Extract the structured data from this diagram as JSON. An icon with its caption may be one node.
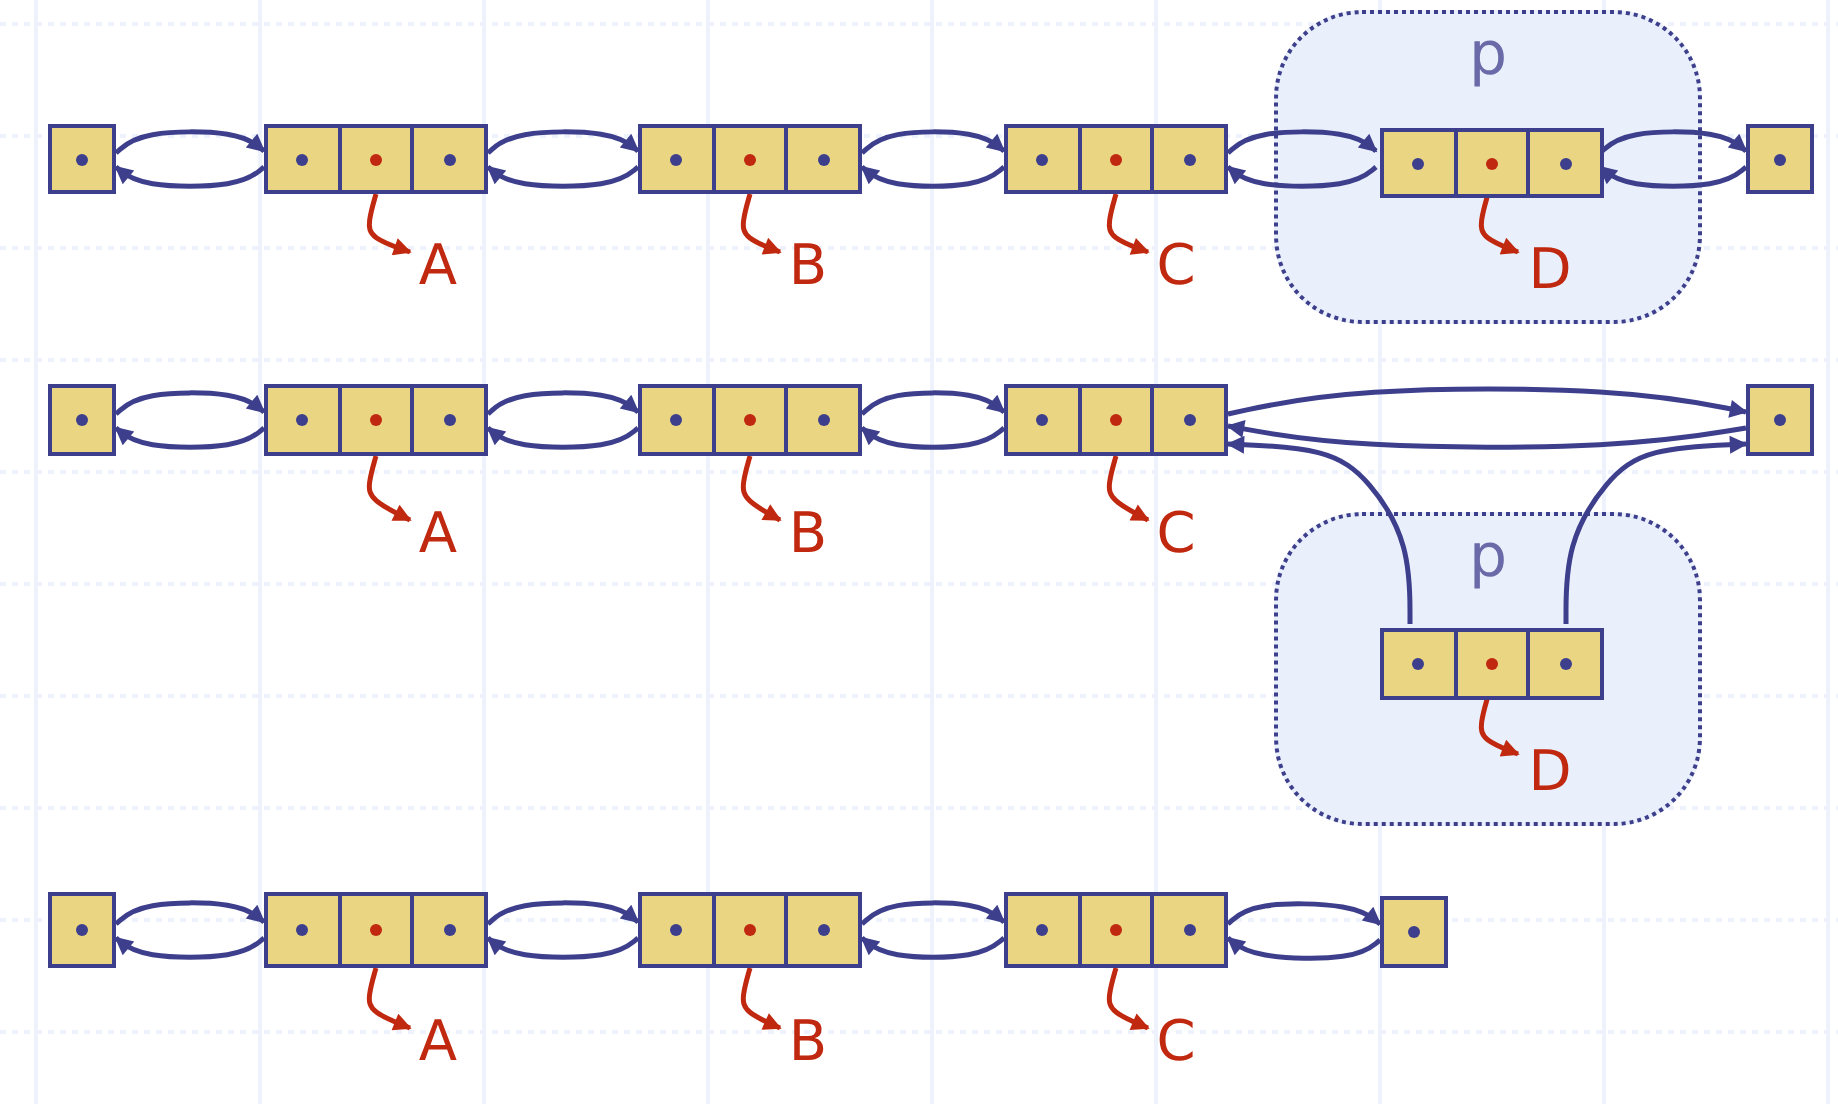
{
  "diagram": {
    "nodes": [
      {
        "text": [],
        "shape": "box"
      },
      {
        "text": [],
        "shape": "box"
      },
      {
        "text": [
          "A"
        ]
      },
      {
        "text": [],
        "shape": "box"
      },
      {
        "text": [
          "B"
        ]
      },
      {
        "text": [],
        "shape": "box"
      },
      {
        "text": [
          "C"
        ]
      },
      {
        "text": [
          "p"
        ]
      },
      {
        "text": [],
        "shape": "box",
        "in": 7
      },
      {
        "text": [
          "D"
        ],
        "in": 7
      },
      {
        "text": [],
        "shape": "box"
      },
      {
        "text": [],
        "shape": "box"
      },
      {
        "text": [],
        "shape": "box"
      },
      {
        "text": [
          "A"
        ]
      },
      {
        "text": [],
        "shape": "box"
      },
      {
        "text": [
          "B"
        ]
      },
      {
        "text": [],
        "shape": "box"
      },
      {
        "text": [
          "C"
        ]
      },
      {
        "text": [],
        "shape": "box"
      },
      {
        "text": [
          "p"
        ]
      },
      {
        "text": [],
        "shape": "box",
        "in": 19
      },
      {
        "text": [
          "D"
        ],
        "in": 19
      },
      {
        "text": [],
        "shape": "box"
      },
      {
        "text": [],
        "shape": "box"
      },
      {
        "text": [
          "A"
        ]
      },
      {
        "text": [],
        "shape": "box"
      },
      {
        "text": [
          "B"
        ]
      },
      {
        "text": [],
        "shape": "box"
      },
      {
        "text": [
          "C"
        ]
      },
      {
        "text": [],
        "shape": "box"
      }
    ],
    "edges": [
      {
        "from": 0,
        "to": 1,
        "arrow": "to"
      },
      {
        "from": 1,
        "to": 0,
        "arrow": "to"
      },
      {
        "from": 1,
        "to": 3,
        "arrow": "to"
      },
      {
        "from": 3,
        "to": 1,
        "arrow": "to"
      },
      {
        "from": 3,
        "to": 5,
        "arrow": "to"
      },
      {
        "from": 5,
        "to": 3,
        "arrow": "to"
      },
      {
        "from": 5,
        "to": 8,
        "arrow": "to"
      },
      {
        "from": 8,
        "to": 5,
        "arrow": "to"
      },
      {
        "from": 8,
        "to": 10,
        "arrow": "to"
      },
      {
        "from": 10,
        "to": 8,
        "arrow": "to"
      },
      {
        "from": 1,
        "to": 2,
        "arrow": "to",
        "color": "#c0280f"
      },
      {
        "from": 3,
        "to": 4,
        "arrow": "to",
        "color": "#c0280f"
      },
      {
        "from": 5,
        "to": 6,
        "arrow": "to",
        "color": "#c0280f"
      },
      {
        "from": 8,
        "to": 9,
        "arrow": "to",
        "color": "#c0280f"
      },
      {
        "from": 11,
        "to": 12,
        "arrow": "to"
      },
      {
        "from": 12,
        "to": 11,
        "arrow": "to"
      },
      {
        "from": 12,
        "to": 14,
        "arrow": "to"
      },
      {
        "from": 14,
        "to": 12,
        "arrow": "to"
      },
      {
        "from": 14,
        "to": 16,
        "arrow": "to"
      },
      {
        "from": 16,
        "to": 14,
        "arrow": "to"
      },
      {
        "from": 16,
        "to": 18,
        "arrow": "to"
      },
      {
        "from": 18,
        "to": 16,
        "arrow": "to"
      },
      {
        "from": 20,
        "to": 16,
        "arrow": "to"
      },
      {
        "from": 20,
        "to": 18,
        "arrow": "to"
      },
      {
        "from": 12,
        "to": 13,
        "arrow": "to",
        "color": "#c0280f"
      },
      {
        "from": 14,
        "to": 15,
        "arrow": "to",
        "color": "#c0280f"
      },
      {
        "from": 16,
        "to": 17,
        "arrow": "to",
        "color": "#c0280f"
      },
      {
        "from": 20,
        "to": 21,
        "arrow": "to",
        "color": "#c0280f"
      },
      {
        "from": 22,
        "to": 23,
        "arrow": "to"
      },
      {
        "from": 23,
        "to": 22,
        "arrow": "to"
      },
      {
        "from": 23,
        "to": 25,
        "arrow": "to"
      },
      {
        "from": 25,
        "to": 23,
        "arrow": "to"
      },
      {
        "from": 25,
        "to": 27,
        "arrow": "to"
      },
      {
        "from": 27,
        "to": 25,
        "arrow": "to"
      },
      {
        "from": 27,
        "to": 29,
        "arrow": "to"
      },
      {
        "from": 29,
        "to": 27,
        "arrow": "to"
      },
      {
        "from": 23,
        "to": 24,
        "arrow": "to",
        "color": "#c0280f"
      },
      {
        "from": 25,
        "to": 26,
        "arrow": "to",
        "color": "#c0280f"
      },
      {
        "from": 27,
        "to": 28,
        "arrow": "to",
        "color": "#c0280f"
      }
    ]
  }
}
